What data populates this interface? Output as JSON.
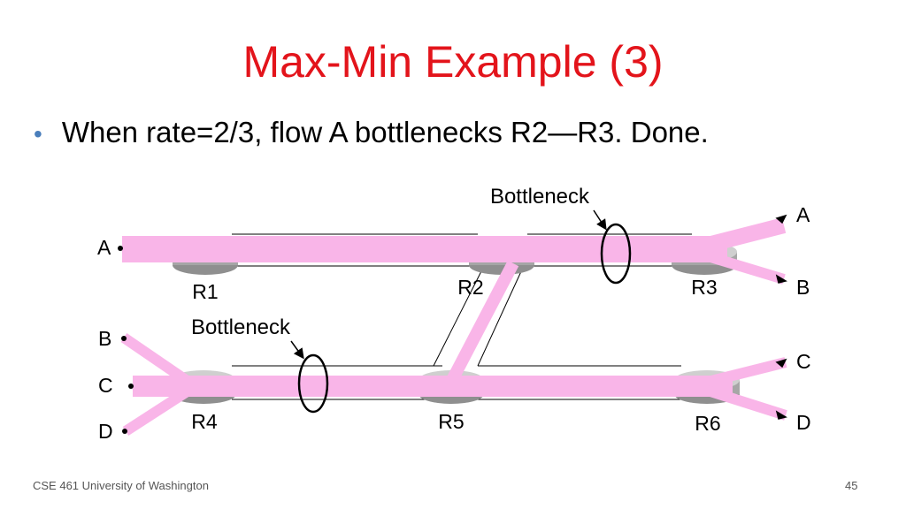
{
  "slide": {
    "title": "Max-Min Example (3)",
    "bullet": "When rate=2/3, flow A bottlenecks R2—R3. Done.",
    "footer": "CSE 461 University of Washington",
    "page_number": "45"
  },
  "diagram": {
    "routers": [
      "R1",
      "R2",
      "R3",
      "R4",
      "R5",
      "R6"
    ],
    "endpoints_left": [
      "A",
      "B",
      "C",
      "D"
    ],
    "endpoints_right": [
      "A",
      "B",
      "C",
      "D"
    ],
    "bottleneck_labels": [
      "Bottleneck",
      "Bottleneck"
    ],
    "colors": {
      "flow": "#f9b5e8",
      "router": "#a6a6a6",
      "title": "#e3141b",
      "bullet": "#4a7ebb"
    }
  }
}
